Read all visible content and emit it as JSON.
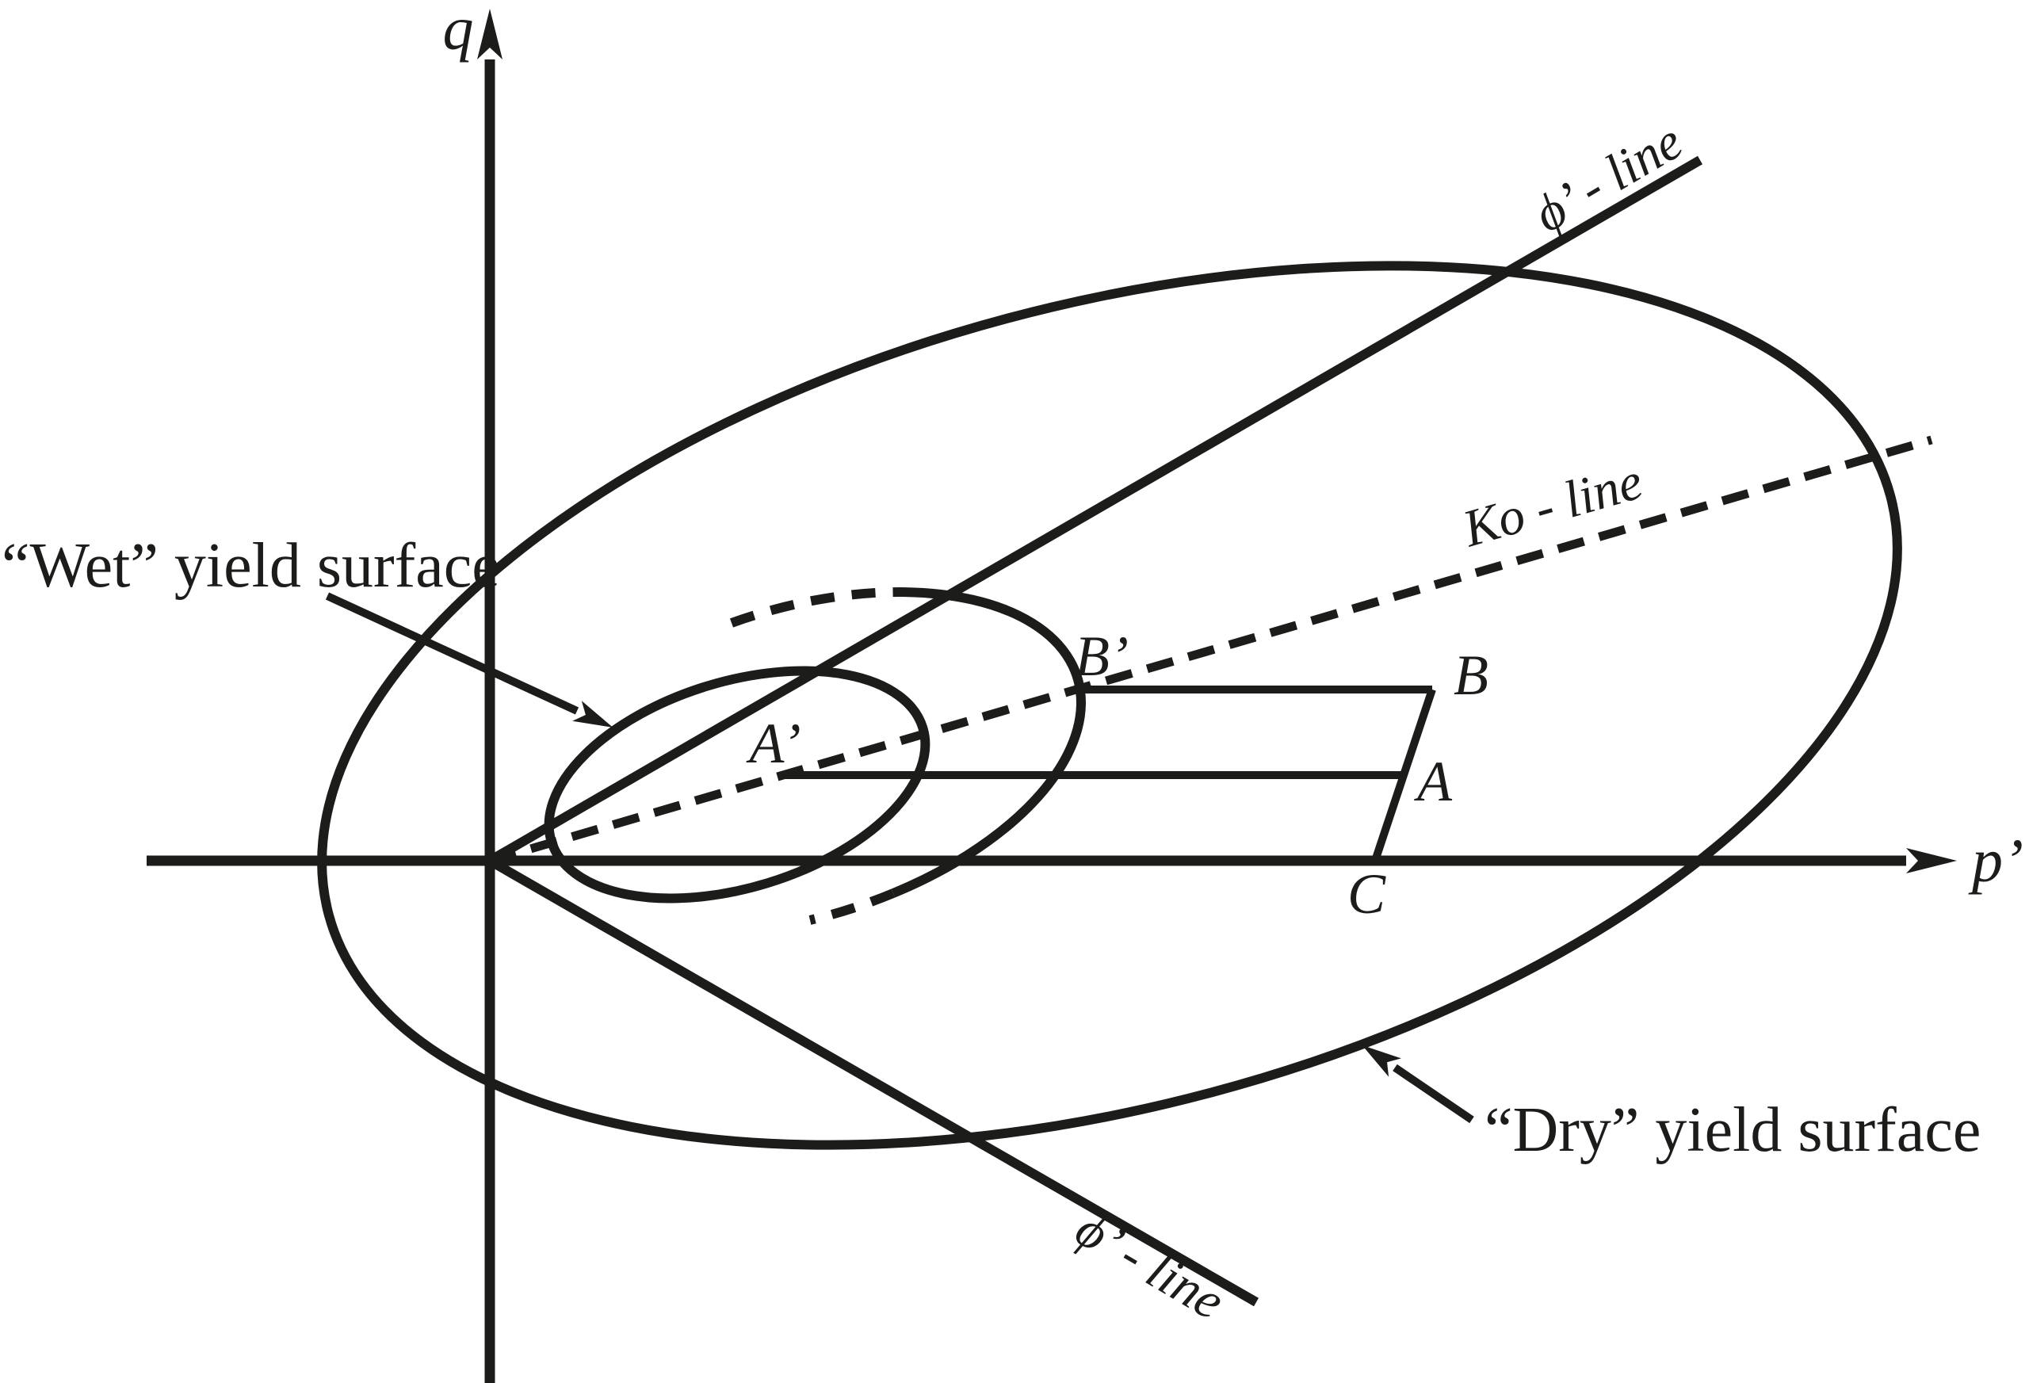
{
  "title": "Wet and dry yield surfaces in p'-q stress space",
  "colors": {
    "ink": "#1c1c1a",
    "background": "#ffffff"
  },
  "axes": {
    "vertical_label": "q",
    "horizontal_label": "p’"
  },
  "reference_lines": {
    "phi_line_upper_label": "ϕ’ - line",
    "phi_line_lower_label": "ϕ’ - line",
    "ko_line_label": "Ko - line"
  },
  "surfaces": {
    "wet_label": "“Wet” yield surface",
    "dry_label": "“Dry” yield surface"
  },
  "points": {
    "a_prime": "A’",
    "b_prime": "B’",
    "a": "A",
    "b": "B",
    "c": "C"
  }
}
